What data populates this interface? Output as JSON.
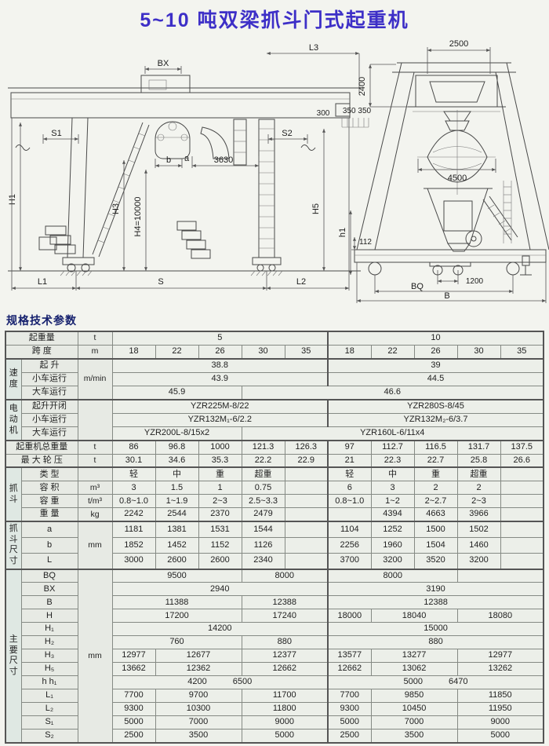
{
  "page": {
    "title": "5~10 吨双梁抓斗门式起重机",
    "section_title": "规格技术参数"
  },
  "drawing": {
    "labels": {
      "bx": "BX",
      "l3": "L3",
      "d300": "300",
      "d350": "350 350",
      "s1": "S1",
      "s2": "S2",
      "b": "b",
      "a": "a",
      "d3630": "3630",
      "h1_dim": "H1",
      "h3": "H3",
      "h4": "H4=10000",
      "h5": "H5",
      "h1_small": "h1",
      "l1": "L1",
      "s": "S",
      "l2": "L2",
      "d2500": "2500",
      "d2400": "2400",
      "d4500": "4500",
      "d112": "112",
      "d1200": "1200",
      "bq": "BQ",
      "b_total": "B"
    }
  },
  "table": {
    "rows": [
      [
        {
          "t": "起重量",
          "cs": 2,
          "k": "l"
        },
        {
          "t": "t",
          "k": "u"
        },
        {
          "t": "5",
          "cs": 5
        },
        {
          "t": "10",
          "cs": 5
        }
      ],
      [
        {
          "t": "跨  度",
          "cs": 2,
          "k": "l"
        },
        {
          "t": "m",
          "k": "u"
        },
        {
          "t": "18"
        },
        {
          "t": "22"
        },
        {
          "t": "26"
        },
        {
          "t": "30"
        },
        {
          "t": "35"
        },
        {
          "t": "18"
        },
        {
          "t": "22"
        },
        {
          "t": "26"
        },
        {
          "t": "30"
        },
        {
          "t": "35"
        }
      ],
      [
        {
          "t": "速度",
          "rs": 3,
          "k": "g"
        },
        {
          "t": "起  升",
          "k": "l"
        },
        {
          "t": "m/min",
          "rs": 3,
          "k": "u"
        },
        {
          "t": "38.8",
          "cs": 5
        },
        {
          "t": "39",
          "cs": 5
        }
      ],
      [
        {
          "t": "小车运行",
          "k": "l"
        },
        {
          "t": "43.9",
          "cs": 5
        },
        {
          "t": "44.5",
          "cs": 5
        }
      ],
      [
        {
          "t": "大车运行",
          "k": "l"
        },
        {
          "t": "45.9",
          "cs": 3
        },
        {
          "t": "46.6",
          "cs": 7
        }
      ],
      [
        {
          "t": "电动机",
          "rs": 3,
          "k": "g"
        },
        {
          "t": "起升开闭",
          "k": "l"
        },
        {
          "t": "",
          "rs": 3,
          "k": "u"
        },
        {
          "t": "YZR225M-8/22",
          "cs": 5
        },
        {
          "t": "YZR280S-8/45",
          "cs": 5
        }
      ],
      [
        {
          "t": "小车运行",
          "k": "l"
        },
        {
          "t": "YZR132M₁-6/2.2",
          "cs": 5
        },
        {
          "t": "YZR132M₂-6/3.7",
          "cs": 5
        }
      ],
      [
        {
          "t": "大车运行",
          "k": "l"
        },
        {
          "t": "YZR200L-8/15x2",
          "cs": 3
        },
        {
          "t": "YZR160L-6/11x4",
          "cs": 7
        }
      ],
      [
        {
          "t": "起重机总重量",
          "cs": 2,
          "k": "l"
        },
        {
          "t": "t",
          "k": "u"
        },
        {
          "t": "86"
        },
        {
          "t": "96.8"
        },
        {
          "t": "1000"
        },
        {
          "t": "121.3"
        },
        {
          "t": "126.3"
        },
        {
          "t": "97"
        },
        {
          "t": "112.7"
        },
        {
          "t": "116.5"
        },
        {
          "t": "131.7"
        },
        {
          "t": "137.5"
        }
      ],
      [
        {
          "t": "最 大 轮 压",
          "cs": 2,
          "k": "l"
        },
        {
          "t": "t",
          "k": "u"
        },
        {
          "t": "30.1"
        },
        {
          "t": "34.6"
        },
        {
          "t": "35.3"
        },
        {
          "t": "22.2"
        },
        {
          "t": "22.9"
        },
        {
          "t": "21"
        },
        {
          "t": "22.3"
        },
        {
          "t": "22.7"
        },
        {
          "t": "25.8"
        },
        {
          "t": "26.6"
        }
      ],
      [
        {
          "t": "抓斗",
          "rs": 4,
          "k": "g"
        },
        {
          "t": "类  型",
          "k": "l"
        },
        {
          "t": "",
          "k": "u"
        },
        {
          "t": "轻"
        },
        {
          "t": "中"
        },
        {
          "t": "重"
        },
        {
          "t": "超重"
        },
        {
          "t": ""
        },
        {
          "t": "轻"
        },
        {
          "t": "中"
        },
        {
          "t": "重"
        },
        {
          "t": "超重"
        },
        {
          "t": ""
        }
      ],
      [
        {
          "t": "容  积",
          "k": "l"
        },
        {
          "t": "m³",
          "k": "u"
        },
        {
          "t": "3"
        },
        {
          "t": "1.5"
        },
        {
          "t": "1"
        },
        {
          "t": "0.75"
        },
        {
          "t": ""
        },
        {
          "t": "6"
        },
        {
          "t": "3"
        },
        {
          "t": "2"
        },
        {
          "t": "2"
        },
        {
          "t": ""
        }
      ],
      [
        {
          "t": "容  重",
          "k": "l"
        },
        {
          "t": "t/m³",
          "k": "u"
        },
        {
          "t": "0.8~1.0"
        },
        {
          "t": "1~1.9"
        },
        {
          "t": "2~3"
        },
        {
          "t": "2.5~3.3"
        },
        {
          "t": ""
        },
        {
          "t": "0.8~1.0"
        },
        {
          "t": "1~2"
        },
        {
          "t": "2~2.7"
        },
        {
          "t": "2~3"
        },
        {
          "t": ""
        }
      ],
      [
        {
          "t": "重  量",
          "k": "l"
        },
        {
          "t": "kg",
          "k": "u"
        },
        {
          "t": "2242"
        },
        {
          "t": "2544"
        },
        {
          "t": "2370"
        },
        {
          "t": "2479"
        },
        {
          "t": ""
        },
        {
          "t": ""
        },
        {
          "t": "4394"
        },
        {
          "t": "4663"
        },
        {
          "t": "3966"
        },
        {
          "t": ""
        }
      ],
      [
        {
          "t": "抓斗尺寸",
          "rs": 3,
          "k": "g"
        },
        {
          "t": "a",
          "k": "l"
        },
        {
          "t": "mm",
          "rs": 3,
          "k": "u"
        },
        {
          "t": "1181"
        },
        {
          "t": "1381"
        },
        {
          "t": "1531"
        },
        {
          "t": "1544"
        },
        {
          "t": ""
        },
        {
          "t": "1104"
        },
        {
          "t": "1252"
        },
        {
          "t": "1500"
        },
        {
          "t": "1502"
        },
        {
          "t": ""
        }
      ],
      [
        {
          "t": "b",
          "k": "l"
        },
        {
          "t": "1852"
        },
        {
          "t": "1452"
        },
        {
          "t": "1152"
        },
        {
          "t": "1126"
        },
        {
          "t": ""
        },
        {
          "t": "2256"
        },
        {
          "t": "1960"
        },
        {
          "t": "1504"
        },
        {
          "t": "1460"
        },
        {
          "t": ""
        }
      ],
      [
        {
          "t": "L",
          "k": "l"
        },
        {
          "t": "3000"
        },
        {
          "t": "2600"
        },
        {
          "t": "2600"
        },
        {
          "t": "2340"
        },
        {
          "t": ""
        },
        {
          "t": "3700"
        },
        {
          "t": "3200"
        },
        {
          "t": "3520"
        },
        {
          "t": "3200"
        },
        {
          "t": ""
        }
      ],
      [
        {
          "t": "主要尺寸",
          "rs": 13,
          "k": "g"
        },
        {
          "t": "BQ",
          "k": "l"
        },
        {
          "t": "mm",
          "rs": 13,
          "k": "u"
        },
        {
          "t": "9500",
          "cs": 3
        },
        {
          "t": "8000",
          "cs": 2
        },
        {
          "t": "8000",
          "cs": 3
        },
        {
          "t": "",
          "cs": 2
        }
      ],
      [
        {
          "t": "BX",
          "k": "l"
        },
        {
          "t": "2940",
          "cs": 5
        },
        {
          "t": "3190",
          "cs": 5
        }
      ],
      [
        {
          "t": "B",
          "k": "l"
        },
        {
          "t": "11388",
          "cs": 3
        },
        {
          "t": "12388",
          "cs": 2
        },
        {
          "t": "12388",
          "cs": 5
        }
      ],
      [
        {
          "t": "H",
          "k": "l"
        },
        {
          "t": "17200",
          "cs": 3
        },
        {
          "t": "17240",
          "cs": 2
        },
        {
          "t": "18000"
        },
        {
          "t": "18040",
          "cs": 2
        },
        {
          "t": "18080",
          "cs": 2
        }
      ],
      [
        {
          "t": "H₁",
          "k": "l"
        },
        {
          "t": "14200",
          "cs": 5
        },
        {
          "t": "15000",
          "cs": 5
        }
      ],
      [
        {
          "t": "H₂",
          "k": "l"
        },
        {
          "t": "760",
          "cs": 3
        },
        {
          "t": "880",
          "cs": 2
        },
        {
          "t": "880",
          "cs": 5
        }
      ],
      [
        {
          "t": "H₃",
          "k": "l"
        },
        {
          "t": "12977"
        },
        {
          "t": "12677",
          "cs": 2
        },
        {
          "t": "12377",
          "cs": 2
        },
        {
          "t": "13577"
        },
        {
          "t": "13277",
          "cs": 2
        },
        {
          "t": "12977",
          "cs": 2
        }
      ],
      [
        {
          "t": "H₅",
          "k": "l"
        },
        {
          "t": "13662"
        },
        {
          "t": "12362",
          "cs": 2
        },
        {
          "t": "12662",
          "cs": 2
        },
        {
          "t": "12662"
        },
        {
          "t": "13062",
          "cs": 2
        },
        {
          "t": "13262",
          "cs": 2
        }
      ],
      [
        {
          "t": "h h₁",
          "k": "l"
        },
        {
          "t": "4200   6500",
          "cs": 5
        },
        {
          "t": "5000   6470",
          "cs": 5
        }
      ],
      [
        {
          "t": "L₁",
          "k": "l"
        },
        {
          "t": "7700"
        },
        {
          "t": "9700",
          "cs": 2
        },
        {
          "t": "11700",
          "cs": 2
        },
        {
          "t": "7700"
        },
        {
          "t": "9850",
          "cs": 2
        },
        {
          "t": "11850",
          "cs": 2
        }
      ],
      [
        {
          "t": "L₂",
          "k": "l"
        },
        {
          "t": "9300"
        },
        {
          "t": "10300",
          "cs": 2
        },
        {
          "t": "11800",
          "cs": 2
        },
        {
          "t": "9300"
        },
        {
          "t": "10450",
          "cs": 2
        },
        {
          "t": "11950",
          "cs": 2
        }
      ],
      [
        {
          "t": "S₁",
          "k": "l"
        },
        {
          "t": "5000"
        },
        {
          "t": "7000",
          "cs": 2
        },
        {
          "t": "9000",
          "cs": 2
        },
        {
          "t": "5000"
        },
        {
          "t": "7000",
          "cs": 2
        },
        {
          "t": "9000",
          "cs": 2
        }
      ],
      [
        {
          "t": "S₂",
          "k": "l"
        },
        {
          "t": "2500"
        },
        {
          "t": "3500",
          "cs": 2
        },
        {
          "t": "5000",
          "cs": 2
        },
        {
          "t": "2500"
        },
        {
          "t": "3500",
          "cs": 2
        },
        {
          "t": "5000",
          "cs": 2
        }
      ]
    ]
  }
}
